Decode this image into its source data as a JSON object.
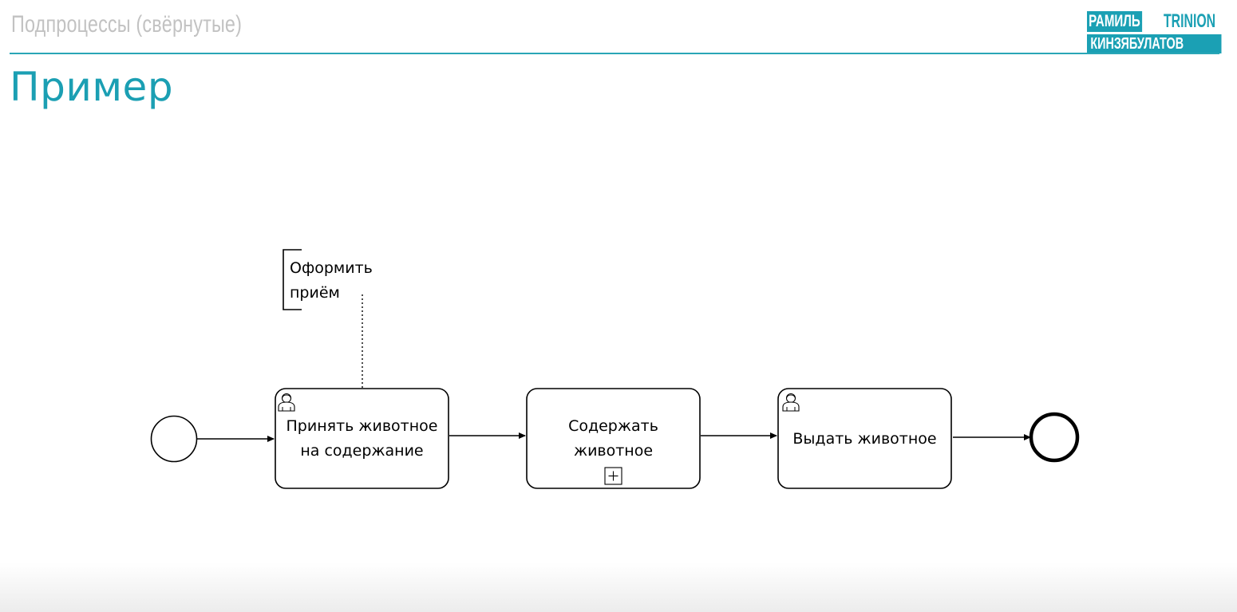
{
  "header": {
    "title": "Подпроцессы (свёрнутые)",
    "logo_line1_box": "РАМИЛЬ",
    "logo_line1_text": "TRINION",
    "logo_line2": "КИНЗЯБУЛАТОВ"
  },
  "page_title": "Пример",
  "diagram": {
    "start_event": "start-event",
    "end_event": "end-event",
    "tasks": [
      {
        "label_line1": "Принять животное",
        "label_line2": "на содержание",
        "type": "user-task",
        "icon": "user-icon"
      },
      {
        "label_line1": "Содержать",
        "label_line2": "животное",
        "type": "collapsed-subprocess",
        "icon": "plus-marker-icon"
      },
      {
        "label_line1": "Выдать животное",
        "label_line2": "",
        "type": "user-task",
        "icon": "user-icon"
      }
    ],
    "annotation": {
      "line1": "Оформить",
      "line2": "приём"
    }
  },
  "colors": {
    "accent": "#1b9fb3",
    "header_text": "#c2c2c2",
    "stroke": "#000000"
  }
}
